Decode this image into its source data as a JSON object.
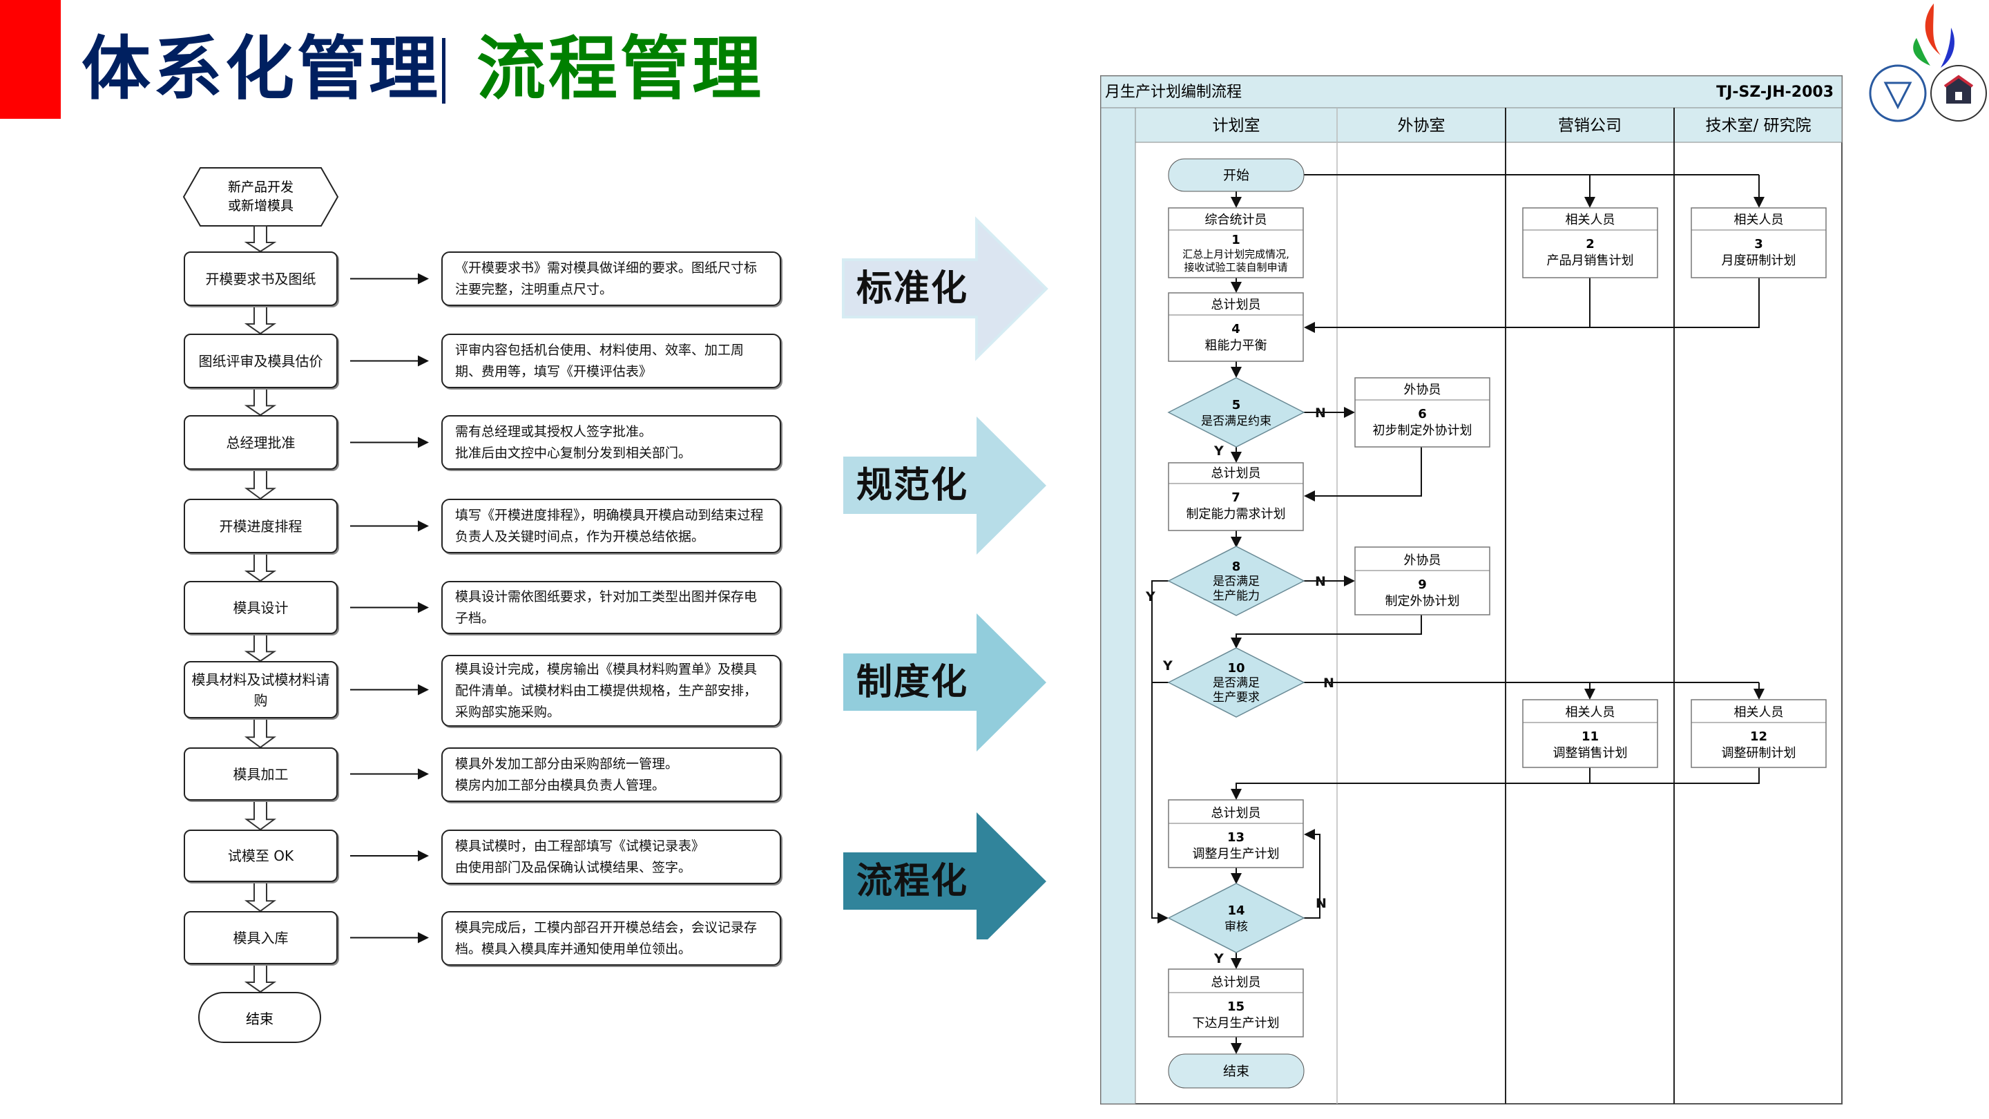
{
  "header": {
    "title_main": "体系化管理",
    "title_sub": "流程管理"
  },
  "colors": {
    "accent_red": "#ff0000",
    "title_navy": "#002060",
    "title_green": "#008000",
    "lane_fill": "#d3eaf0",
    "arrow1": "#dbe5f1",
    "arrow2": "#b7dde8",
    "arrow3": "#92cddc",
    "arrow4": "#31849b"
  },
  "left_flow": {
    "start": "新产品开发\n或新增模具",
    "steps": [
      {
        "label": "开模要求书及图纸",
        "desc": "《开模要求书》需对模具做详细的要求。图纸尺寸标注要完整，注明重点尺寸。"
      },
      {
        "label": "图纸评审及模具估价",
        "desc": "评审内容包括机台使用、材料使用、效率、加工周期、费用等，填写《开模评估表》"
      },
      {
        "label": "总经理批准",
        "desc": "需有总经理或其授权人签字批准。\n批准后由文控中心复制分发到相关部门。"
      },
      {
        "label": "开模进度排程",
        "desc": "填写《开模进度排程》，明确模具开模启动到结束过程负责人及关键时间点，作为开模总结依据。"
      },
      {
        "label": "模具设计",
        "desc": "模具设计需依图纸要求，针对加工类型出图并保存电子档。"
      },
      {
        "label": "模具材料及试模材料请购",
        "desc": "模具设计完成，模房输出《模具材料购置单》及模具配件清单。试模材料由工模提供规格，生产部安排，采购部实施采购。"
      },
      {
        "label": "模具加工",
        "desc": "模具外发加工部分由采购部统一管理。\n模房内加工部分由模具负责人管理。"
      },
      {
        "label": "试模至 OK",
        "desc": "模具试模时，由工程部填写《试模记录表》\n由使用部门及品保确认试模结果、签字。"
      },
      {
        "label": "模具入库",
        "desc": "模具完成后，工模内部召开开模总结会，会议记录存档。模具入模具库并通知使用单位领出。"
      }
    ],
    "end": "结束"
  },
  "block_arrows": [
    "标准化",
    "规范化",
    "制度化",
    "流程化"
  ],
  "swimlane": {
    "title": "月生产计划编制流程",
    "code": "TJ-SZ-JH-2003",
    "lanes": [
      "计划室",
      "外协室",
      "营销公司",
      "技术室/ 研究院"
    ],
    "start": "开始",
    "end": "结束",
    "yes": "Y",
    "no": "N",
    "nodes": {
      "n1": {
        "role": "综合统计员",
        "num": "1",
        "text1": "汇总上月计划完成情况,",
        "text2": "接收试验工装自制申请"
      },
      "n2": {
        "role": "相关人员",
        "num": "2",
        "text": "产品月销售计划"
      },
      "n3": {
        "role": "相关人员",
        "num": "3",
        "text": "月度研制计划"
      },
      "n4": {
        "role": "总计划员",
        "num": "4",
        "text": "粗能力平衡"
      },
      "n5": {
        "num": "5",
        "text": "是否满足约束"
      },
      "n6": {
        "role": "外协员",
        "num": "6",
        "text": "初步制定外协计划"
      },
      "n7": {
        "role": "总计划员",
        "num": "7",
        "text": "制定能力需求计划"
      },
      "n8": {
        "num": "8",
        "text1": "是否满足",
        "text2": "生产能力"
      },
      "n9": {
        "role": "外协员",
        "num": "9",
        "text": "制定外协计划"
      },
      "n10": {
        "num": "10",
        "text1": "是否满足",
        "text2": "生产要求"
      },
      "n11": {
        "role": "相关人员",
        "num": "11",
        "text": "调整销售计划"
      },
      "n12": {
        "role": "相关人员",
        "num": "12",
        "text": "调整研制计划"
      },
      "n13": {
        "role": "总计划员",
        "num": "13",
        "text": "调整月生产计划"
      },
      "n14": {
        "num": "14",
        "text": "审核"
      },
      "n15": {
        "role": "总计划员",
        "num": "15",
        "text": "下达月生产计划"
      }
    }
  }
}
